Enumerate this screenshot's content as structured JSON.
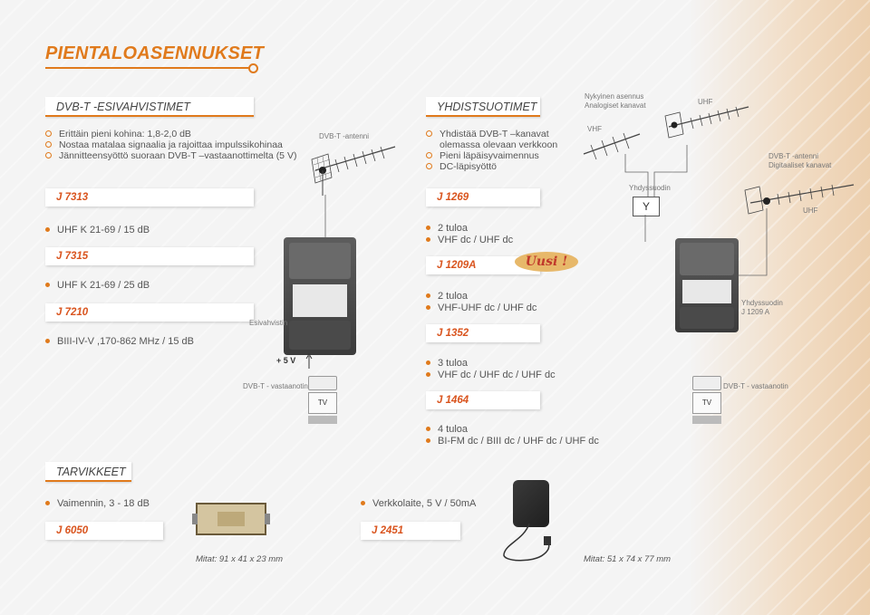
{
  "title": "PIENTALOASENNUKSET",
  "sections": {
    "dvbt": "DVB-T -ESIVAHVISTIMET",
    "combiners": "YHDISTSUOTIMET",
    "accessories": "TARVIKKEET"
  },
  "dvbt_features": [
    "Erittäin pieni kohina: 1,8-2,0 dB",
    "Nostaa matalaa signaalia ja rajoittaa impulssikohinaa",
    "Jännitteensyöttö suoraan DVB-T –vastaanottimelta (5 V)"
  ],
  "combiner_features": [
    "Yhdistää DVB-T –kanavat olemassa olevaan verkkoon",
    "Pieni läpäisyvaimennus",
    "DC-läpisyöttö"
  ],
  "amplifiers": [
    {
      "code": "J 7313",
      "spec": "UHF K 21-69 / 15 dB"
    },
    {
      "code": "J 7315",
      "spec": "UHF K 21-69 / 25 dB"
    },
    {
      "code": "J 7210",
      "spec": "BIII-IV-V ,170-862 MHz / 15 dB"
    }
  ],
  "combiners": [
    {
      "code": "J 1269",
      "line1": "2 tuloa",
      "line2": "VHF dc / UHF dc"
    },
    {
      "code": "J 1209A",
      "line1": "2 tuloa",
      "line2": "VHF-UHF dc / UHF dc"
    },
    {
      "code": "J 1352",
      "line1": "3 tuloa",
      "line2": "VHF dc / UHF dc / UHF dc"
    },
    {
      "code": "J 1464",
      "line1": "4 tuloa",
      "line2": "BI-FM dc / BIII dc / UHF dc / UHF dc"
    }
  ],
  "new_badge": "Uusi !",
  "diagram1": {
    "antenna": "DVB-T -antenni",
    "amp": "Esivahvistin",
    "voltage": "+ 5 V",
    "receiver": "DVB-T - vastaanotin",
    "tv": "TV"
  },
  "diagram2": {
    "existing": "Nykyinen asennus",
    "analog": "Analogiset kanavat",
    "vhf": "VHF",
    "uhf": "UHF",
    "dvbt_antenna": "DVB-T -antenni",
    "digital": "Digitaaliset kanavat",
    "filter": "Yhdyssuodin",
    "filter_symbol": "Y",
    "uhf2": "UHF",
    "filter_model": "Yhdyssuodin",
    "filter_model2": "J 1209 A",
    "receiver": "DVB-T - vastaanotin",
    "tv": "TV"
  },
  "accessories": [
    {
      "spec": "Vaimennin, 3 - 18 dB",
      "code": "J 6050",
      "dims": "Mitat: 91 x 41 x 23 mm"
    },
    {
      "spec": "Verkkolaite, 5 V / 50mA",
      "code": "J 2451",
      "dims": "Mitat: 51 x 74 x 77 mm"
    }
  ],
  "colors": {
    "accent": "#e07a1c",
    "code": "#d9541e"
  }
}
